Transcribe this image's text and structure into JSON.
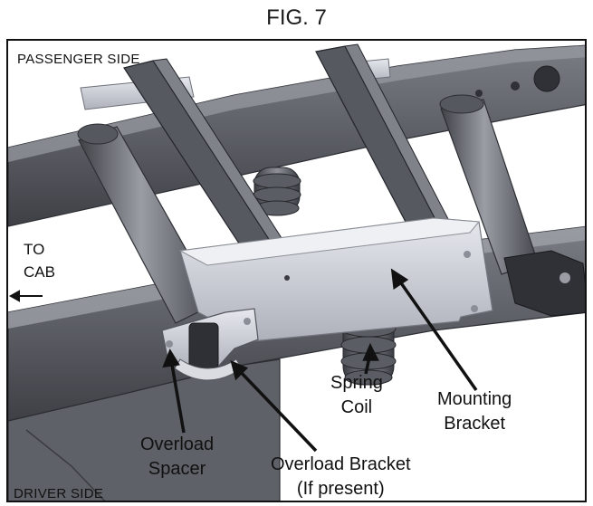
{
  "figure": {
    "title": "FIG. 7"
  },
  "labels": {
    "passenger_side": "PASSENGER SIDE",
    "driver_side": "DRIVER SIDE",
    "to_cab": [
      "TO",
      "CAB"
    ],
    "spring_coil": [
      "Spring",
      "Coil"
    ],
    "mounting_bracket": [
      "Mounting",
      "Bracket"
    ],
    "overload_spacer": [
      "Overload",
      "Spacer"
    ],
    "overload_bracket": [
      "Overload Bracket",
      "(If present)"
    ]
  },
  "colors": {
    "frame_dark": "#4a4c52",
    "frame_mid": "#6b6e75",
    "frame_light": "#8d9096",
    "bracket_silver": "#c9cbd3",
    "bracket_highlight": "#e4e6ec",
    "arrow": "#111111"
  }
}
